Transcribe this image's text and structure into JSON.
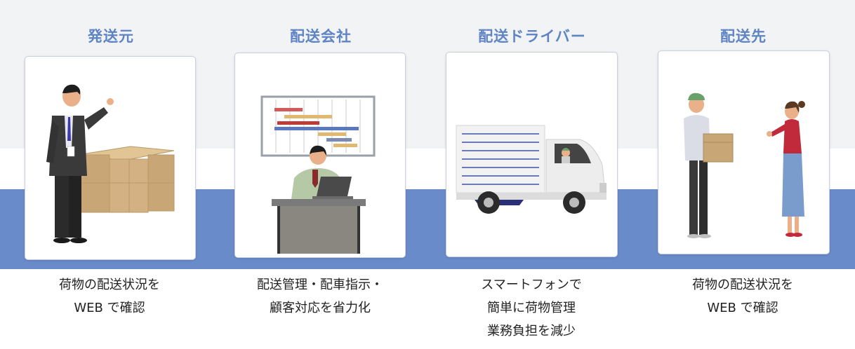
{
  "colors": {
    "title_blue": "#5f84c4",
    "band_blue": "#6a8bca",
    "top_gray": "#f2f3f4"
  },
  "columns": [
    {
      "title": "発送元",
      "illustration": "businessman-boxes-icon",
      "caption": [
        "荷物の配送状況を",
        "WEB で確認"
      ]
    },
    {
      "title": "配送会社",
      "illustration": "office-worker-schedule-icon",
      "caption": [
        "配送管理・配車指示・",
        "顧客対応を省力化"
      ]
    },
    {
      "title": "配送ドライバー",
      "illustration": "delivery-truck-icon",
      "caption": [
        "スマートフォンで",
        "簡単に荷物管理",
        "業務負担を減少"
      ]
    },
    {
      "title": "配送先",
      "illustration": "package-handover-icon",
      "caption": [
        "荷物の配送状況を",
        "WEB で確認"
      ]
    }
  ]
}
